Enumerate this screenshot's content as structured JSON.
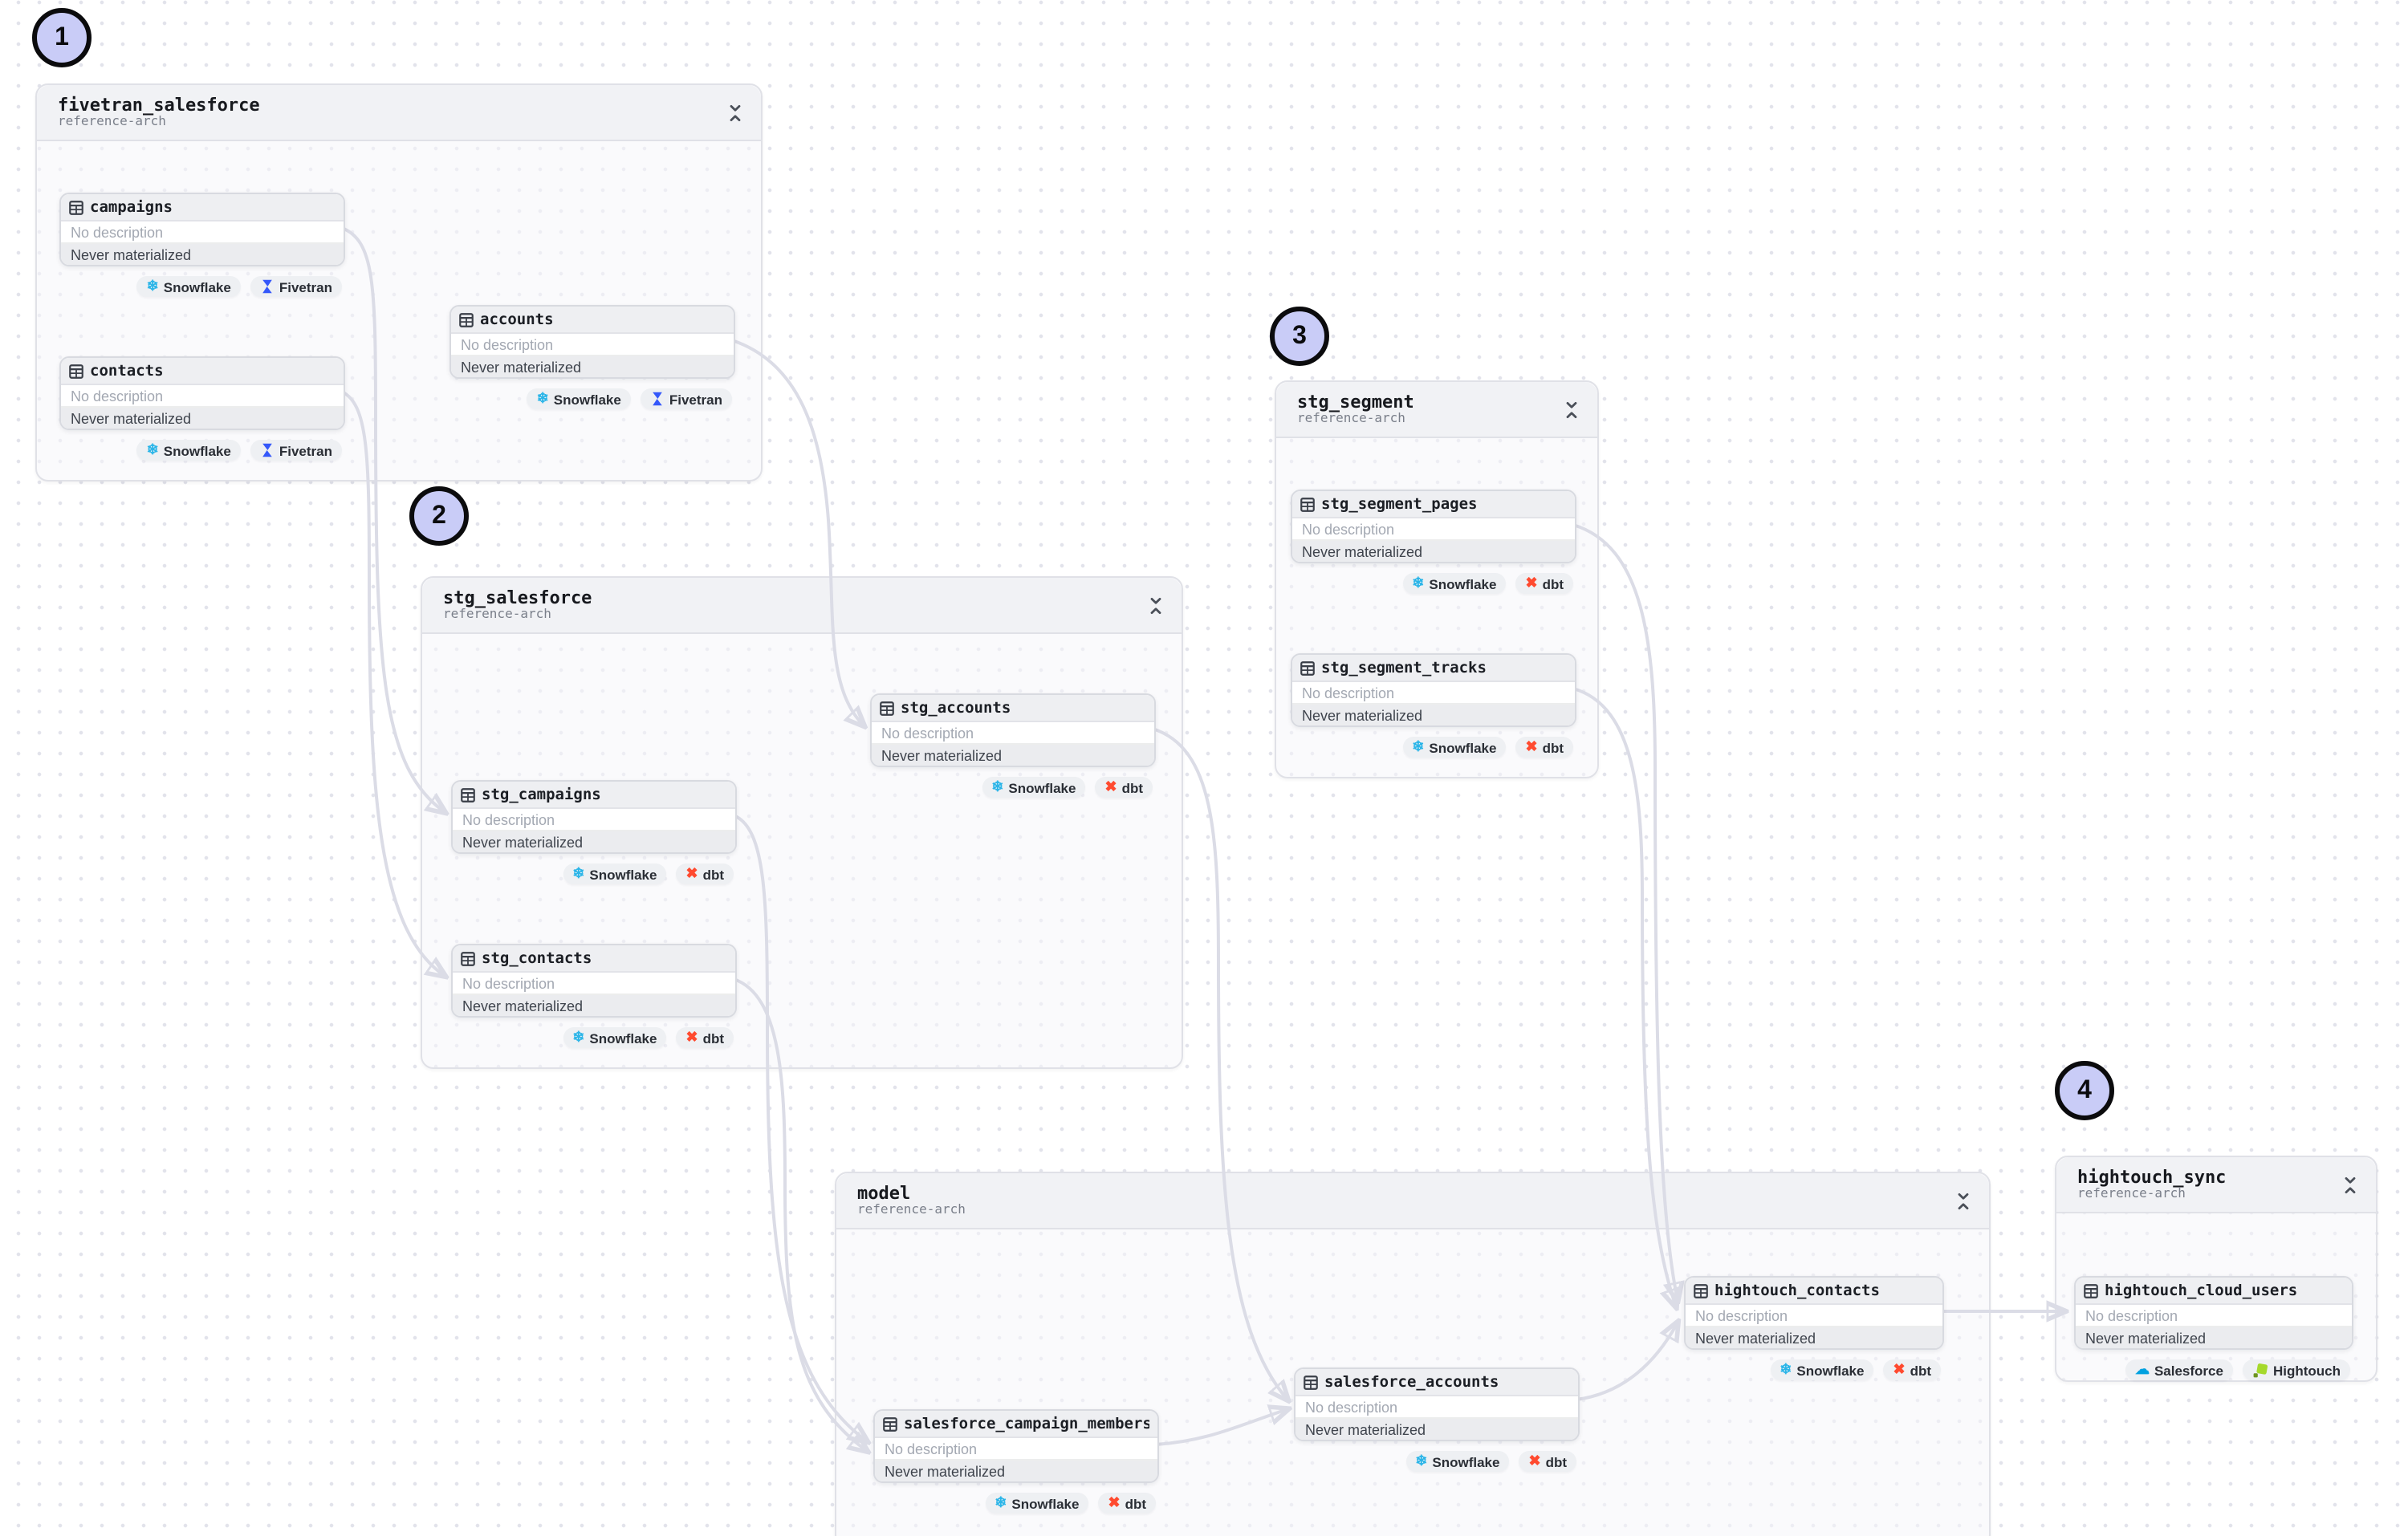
{
  "canvas": {
    "annotations": [
      {
        "number": "1"
      },
      {
        "number": "2"
      },
      {
        "number": "3"
      },
      {
        "number": "4"
      }
    ],
    "annotation_fill": "#c9ccf7",
    "edge_color": "#dbdce6"
  },
  "groups": [
    {
      "id": "fivetran_salesforce",
      "title": "fivetran_salesforce",
      "subtitle": "reference-arch",
      "collapse_icon": "collapse-vertical-icon"
    },
    {
      "id": "stg_salesforce",
      "title": "stg_salesforce",
      "subtitle": "reference-arch",
      "collapse_icon": "collapse-vertical-icon"
    },
    {
      "id": "stg_segment",
      "title": "stg_segment",
      "subtitle": "reference-arch",
      "collapse_icon": "collapse-vertical-icon"
    },
    {
      "id": "model",
      "title": "model",
      "subtitle": "reference-arch",
      "collapse_icon": "collapse-vertical-icon"
    },
    {
      "id": "hightouch_sync",
      "title": "hightouch_sync",
      "subtitle": "reference-arch",
      "collapse_icon": "collapse-vertical-icon"
    }
  ],
  "tables": [
    {
      "id": "campaigns",
      "group": "fivetran_salesforce",
      "name": "campaigns",
      "icon": "table-icon",
      "description": "No description",
      "materialization": "Never materialized",
      "badges": [
        {
          "label": "Snowflake",
          "icon": "snowflake-icon",
          "color": "#2bb5e8"
        },
        {
          "label": "Fivetran",
          "icon": "fivetran-icon",
          "color": "#3558fa"
        }
      ]
    },
    {
      "id": "contacts",
      "group": "fivetran_salesforce",
      "name": "contacts",
      "icon": "table-icon",
      "description": "No description",
      "materialization": "Never materialized",
      "badges": [
        {
          "label": "Snowflake",
          "icon": "snowflake-icon",
          "color": "#2bb5e8"
        },
        {
          "label": "Fivetran",
          "icon": "fivetran-icon",
          "color": "#3558fa"
        }
      ]
    },
    {
      "id": "accounts",
      "group": "fivetran_salesforce",
      "name": "accounts",
      "icon": "table-icon",
      "description": "No description",
      "materialization": "Never materialized",
      "badges": [
        {
          "label": "Snowflake",
          "icon": "snowflake-icon",
          "color": "#2bb5e8"
        },
        {
          "label": "Fivetran",
          "icon": "fivetran-icon",
          "color": "#3558fa"
        }
      ]
    },
    {
      "id": "stg_accounts",
      "group": "stg_salesforce",
      "name": "stg_accounts",
      "icon": "table-icon",
      "description": "No description",
      "materialization": "Never materialized",
      "badges": [
        {
          "label": "Snowflake",
          "icon": "snowflake-icon",
          "color": "#2bb5e8"
        },
        {
          "label": "dbt",
          "icon": "dbt-icon",
          "color": "#ff4a2f"
        }
      ]
    },
    {
      "id": "stg_campaigns",
      "group": "stg_salesforce",
      "name": "stg_campaigns",
      "icon": "table-icon",
      "description": "No description",
      "materialization": "Never materialized",
      "badges": [
        {
          "label": "Snowflake",
          "icon": "snowflake-icon",
          "color": "#2bb5e8"
        },
        {
          "label": "dbt",
          "icon": "dbt-icon",
          "color": "#ff4a2f"
        }
      ]
    },
    {
      "id": "stg_contacts",
      "group": "stg_salesforce",
      "name": "stg_contacts",
      "icon": "table-icon",
      "description": "No description",
      "materialization": "Never materialized",
      "badges": [
        {
          "label": "Snowflake",
          "icon": "snowflake-icon",
          "color": "#2bb5e8"
        },
        {
          "label": "dbt",
          "icon": "dbt-icon",
          "color": "#ff4a2f"
        }
      ]
    },
    {
      "id": "stg_segment_pages",
      "group": "stg_segment",
      "name": "stg_segment_pages",
      "icon": "table-icon",
      "description": "No description",
      "materialization": "Never materialized",
      "badges": [
        {
          "label": "Snowflake",
          "icon": "snowflake-icon",
          "color": "#2bb5e8"
        },
        {
          "label": "dbt",
          "icon": "dbt-icon",
          "color": "#ff4a2f"
        }
      ]
    },
    {
      "id": "stg_segment_tracks",
      "group": "stg_segment",
      "name": "stg_segment_tracks",
      "icon": "table-icon",
      "description": "No description",
      "materialization": "Never materialized",
      "badges": [
        {
          "label": "Snowflake",
          "icon": "snowflake-icon",
          "color": "#2bb5e8"
        },
        {
          "label": "dbt",
          "icon": "dbt-icon",
          "color": "#ff4a2f"
        }
      ]
    },
    {
      "id": "salesforce_campaign_members",
      "group": "model",
      "name": "salesforce_campaign_members",
      "icon": "table-icon",
      "description": "No description",
      "materialization": "Never materialized",
      "badges": [
        {
          "label": "Snowflake",
          "icon": "snowflake-icon",
          "color": "#2bb5e8"
        },
        {
          "label": "dbt",
          "icon": "dbt-icon",
          "color": "#ff4a2f"
        }
      ]
    },
    {
      "id": "salesforce_accounts",
      "group": "model",
      "name": "salesforce_accounts",
      "icon": "table-icon",
      "description": "No description",
      "materialization": "Never materialized",
      "badges": [
        {
          "label": "Snowflake",
          "icon": "snowflake-icon",
          "color": "#2bb5e8"
        },
        {
          "label": "dbt",
          "icon": "dbt-icon",
          "color": "#ff4a2f"
        }
      ]
    },
    {
      "id": "hightouch_contacts",
      "group": "model",
      "name": "hightouch_contacts",
      "icon": "table-icon",
      "description": "No description",
      "materialization": "Never materialized",
      "badges": [
        {
          "label": "Snowflake",
          "icon": "snowflake-icon",
          "color": "#2bb5e8"
        },
        {
          "label": "dbt",
          "icon": "dbt-icon",
          "color": "#ff4a2f"
        }
      ]
    },
    {
      "id": "hightouch_cloud_users",
      "group": "hightouch_sync",
      "name": "hightouch_cloud_users",
      "icon": "table-icon",
      "description": "No description",
      "materialization": "Never materialized",
      "badges": [
        {
          "label": "Salesforce",
          "icon": "salesforce-icon",
          "color": "#00a1e0"
        },
        {
          "label": "Hightouch",
          "icon": "hightouch-icon",
          "color": "#a5d92b"
        }
      ]
    }
  ],
  "edges": [
    {
      "from": "campaigns",
      "to": "stg_campaigns"
    },
    {
      "from": "contacts",
      "to": "stg_contacts"
    },
    {
      "from": "accounts",
      "to": "stg_accounts"
    },
    {
      "from": "stg_campaigns",
      "to": "salesforce_campaign_members"
    },
    {
      "from": "stg_contacts",
      "to": "salesforce_campaign_members"
    },
    {
      "from": "stg_accounts",
      "to": "salesforce_accounts"
    },
    {
      "from": "salesforce_campaign_members",
      "to": "salesforce_accounts"
    },
    {
      "from": "salesforce_accounts",
      "to": "hightouch_contacts"
    },
    {
      "from": "stg_segment_pages",
      "to": "hightouch_contacts"
    },
    {
      "from": "stg_segment_tracks",
      "to": "hightouch_contacts"
    },
    {
      "from": "hightouch_contacts",
      "to": "hightouch_cloud_users"
    }
  ]
}
